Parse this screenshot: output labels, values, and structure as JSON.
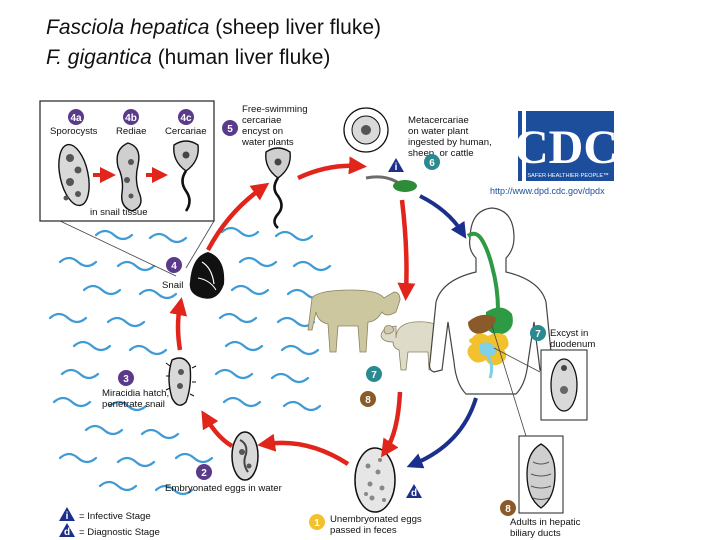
{
  "title": {
    "line1_italic": "Fasciola hepatica",
    "line1_rest": " (sheep liver fluke)",
    "line2_italic": "F. gigantica",
    "line2_rest": " (human liver fluke)"
  },
  "inset": {
    "stages": [
      {
        "badge": "4a",
        "label": "Sporocysts"
      },
      {
        "badge": "4b",
        "label": "Rediae"
      },
      {
        "badge": "4c",
        "label": "Cercariae"
      }
    ],
    "caption": "in snail tissue"
  },
  "stages": {
    "s5": {
      "badge": "5",
      "lines": [
        "Free-swimming",
        "cercariae",
        "encyst on",
        "water plants"
      ]
    },
    "s6": {
      "badge": "6",
      "lines": [
        "Metacercariae",
        "on water plant",
        "ingested by human,",
        "sheep, or cattle"
      ]
    },
    "s4": {
      "badge": "4",
      "label": "Snail"
    },
    "s3": {
      "badge": "3",
      "lines": [
        "Miracidia hatch,",
        "penetrate snail"
      ]
    },
    "s2": {
      "badge": "2",
      "label": "Embryonated eggs in water"
    },
    "s1": {
      "badge": "1",
      "lines": [
        "Unembryonated eggs",
        "passed in feces"
      ]
    },
    "s7": {
      "badge": "7",
      "lines": [
        "Excyst in",
        "duodenum"
      ]
    },
    "s8": {
      "badge": "8",
      "lines": [
        "Adults in hepatic",
        "biliary ducts"
      ]
    },
    "s7_host": {
      "badge": "7"
    },
    "s8_host": {
      "badge": "8"
    }
  },
  "logo": {
    "letters": "CDC",
    "tagline": "SAFER·HEALTHIER·PEOPLE™",
    "url": "http://www.dpd.cdc.gov/dpdx"
  },
  "legend": {
    "infective": {
      "badge": "i",
      "label": "= Infective Stage"
    },
    "diagnostic": {
      "badge": "d",
      "label": "= Diagnostic Stage"
    }
  },
  "markers": {
    "infective_badge": "i",
    "diagnostic_badge": "d"
  },
  "colors": {
    "red_arrow": "#e1251b",
    "navy_arrow": "#1b2f8c",
    "teal_badge": "#2a8a8f",
    "purple_badge": "#5b3a8c",
    "brown_badge": "#8b5a2b",
    "yellow_badge": "#f2c12e",
    "water": "#3f9bd6",
    "cdc_blue": "#1c4e9c"
  }
}
